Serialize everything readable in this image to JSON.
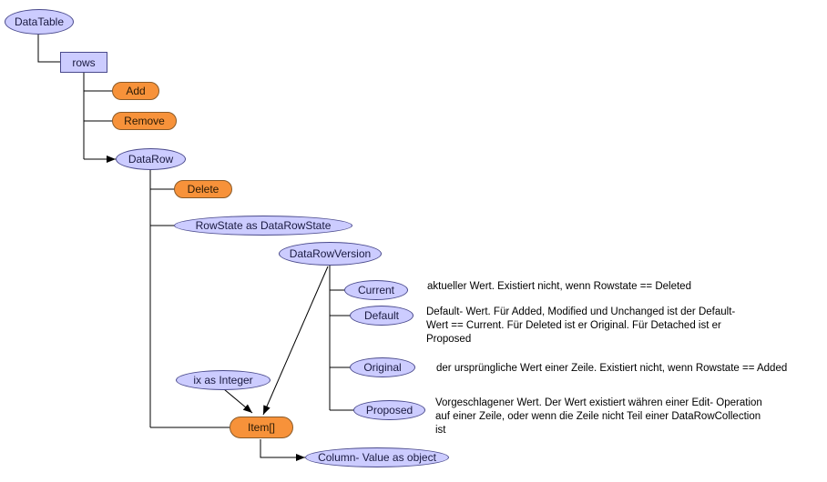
{
  "colors": {
    "ellipse_fill": "#ccccff",
    "method_fill": "#f7923a",
    "line": "#000000"
  },
  "nodes": {
    "datatable": "DataTable",
    "rows": "rows",
    "add": "Add",
    "remove": "Remove",
    "datarow": "DataRow",
    "delete": "Delete",
    "rowstate": "RowState as DataRowState",
    "datarowversion": "DataRowVersion",
    "current": "Current",
    "default": "Default",
    "original": "Original",
    "proposed": "Proposed",
    "ix": "ix as Integer",
    "item": "Item[]",
    "column_value": "Column- Value as object"
  },
  "notes": {
    "current": "aktueller Wert. Existiert nicht, wenn Rowstate == Deleted",
    "default": "Default- Wert. Für Added, Modified und Unchanged ist der Default- Wert == Current. Für Deleted ist er Original. Für Detached ist er Proposed",
    "original": "der ursprüngliche Wert einer Zeile. Existiert nicht, wenn Rowstate == Added",
    "proposed": "Vorgeschlagener Wert. Der Wert existiert währen einer Edit- Operation auf einer Zeile, oder wenn die Zeile nicht Teil einer DataRowCollection ist"
  }
}
